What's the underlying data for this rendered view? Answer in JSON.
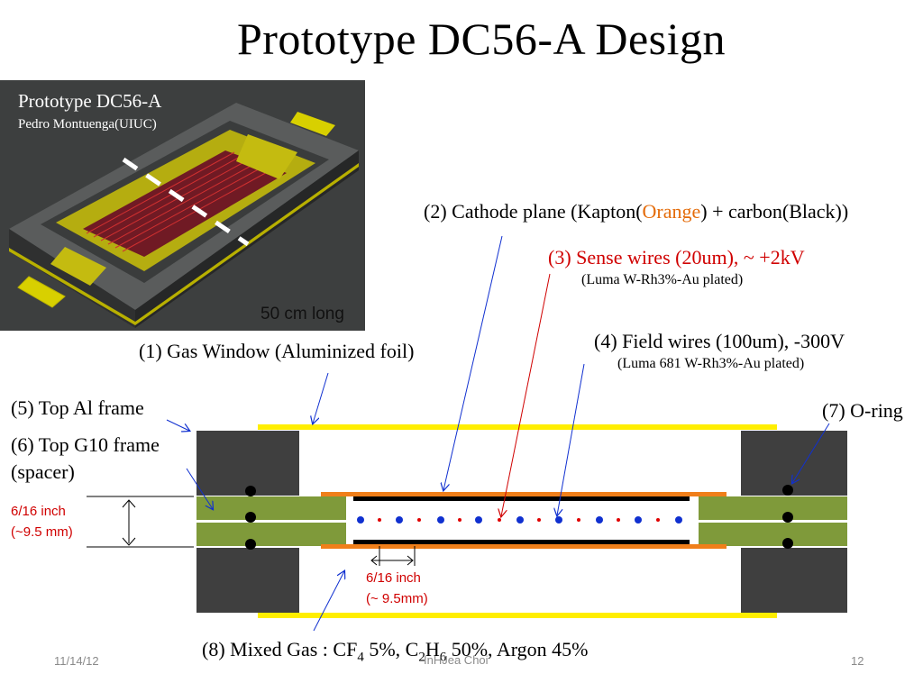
{
  "title": "Prototype DC56-A  Design",
  "photo": {
    "title": "Prototype DC56-A",
    "credit": "Pedro Montuenga(UIUC)",
    "caption": "50 cm long"
  },
  "labels": {
    "cathode_prefix": "(2) Cathode plane (Kapton(",
    "cathode_orange": "Orange",
    "cathode_suffix": ") + carbon(Black))",
    "sense_main": "(3) Sense wires (20um), ~ +2kV",
    "sense_sub": "(Luma W-Rh3%-Au plated)",
    "gas_window": "(1) Gas Window (Aluminized foil)",
    "field_main": "(4) Field wires (100um), -300V",
    "field_sub": "(Luma 681 W-Rh3%-Au plated)",
    "top_al": "(5) Top Al frame",
    "top_g10": "(6) Top G10 frame",
    "spacer": "(spacer)",
    "oring": "(7) O-ring",
    "dim_left_1": "6/16 inch",
    "dim_left_2": "(~9.5 mm)",
    "dim_mid_1": "6/16 inch",
    "dim_mid_2": "(~ 9.5mm)",
    "gas_prefix": "(8) Mixed Gas : CF",
    "gas_sub1": "4",
    "gas_mid1": " 5%, C",
    "gas_sub2": "2",
    "gas_mid2": "H",
    "gas_sub3": "6",
    "gas_suffix": " 50%, Argon 45%"
  },
  "footer": {
    "date": "11/14/12",
    "author": "InHJea Choi",
    "page": "12"
  },
  "colors": {
    "orange_text": "#e46c0a",
    "red_text": "#d00000",
    "gas_window": "#ffee00",
    "g10": "#7f9a3a",
    "frame": "#3f3f3f",
    "kapton": "#f07f1a",
    "sense_wire": "#e00000",
    "field_wire": "#1030d0"
  }
}
